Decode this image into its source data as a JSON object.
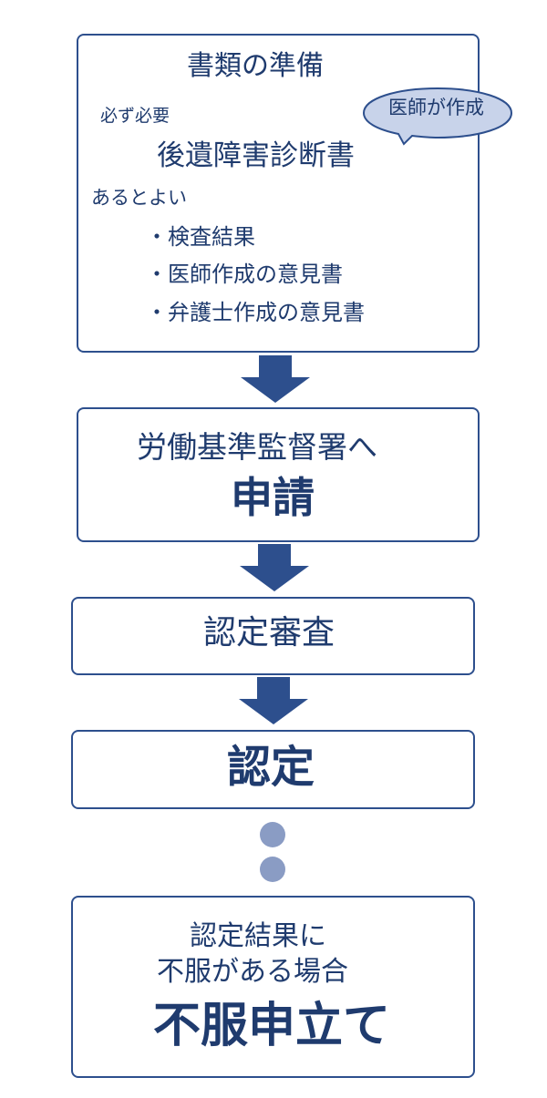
{
  "documents": {
    "title": "書類の準備",
    "required_label": "必ず必要",
    "required_item": "後遺障害診断書",
    "bubble_text": "医師が作成",
    "optional_label": "あるとよい",
    "optional_items": [
      "・検査結果",
      "・医師作成の意見書",
      "・弁護士作成の意見書"
    ]
  },
  "apply": {
    "line1": "労働基準監督署へ",
    "line2": "申請"
  },
  "review": {
    "label": "認定審査"
  },
  "certify": {
    "label": "認定"
  },
  "appeal": {
    "line1": "認定結果に",
    "line2": "不服がある場合",
    "line3": "不服申立て"
  },
  "colors": {
    "border": "#2d4f8d",
    "arrow": "#2d4f8d",
    "text": "#1f3b6e",
    "bubble_fill": "#c8d3ea",
    "dots": "#8a9cc4"
  }
}
